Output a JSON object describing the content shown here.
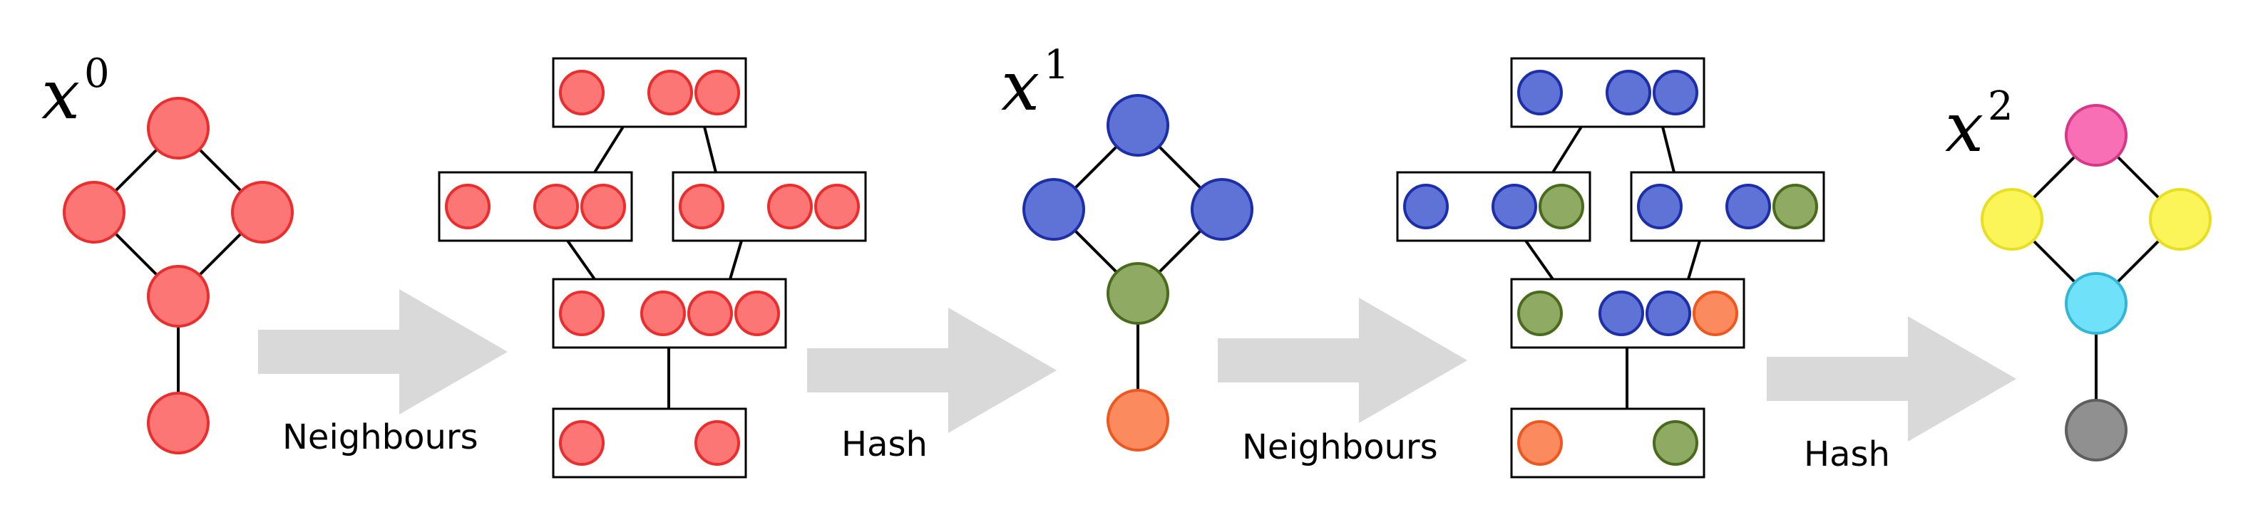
{
  "colors": {
    "red": {
      "fill": "#fd7676",
      "stroke": "#ea2d2d"
    },
    "blue": {
      "fill": "#5f72d6",
      "stroke": "#1c2ea8"
    },
    "green": {
      "fill": "#8fab63",
      "stroke": "#4a6b1e"
    },
    "orange": {
      "fill": "#fb8a5f",
      "stroke": "#ee5820"
    },
    "pink": {
      "fill": "#f86fb6",
      "stroke": "#d63787"
    },
    "yellow": {
      "fill": "#fbf55a",
      "stroke": "#e9df22"
    },
    "cyan": {
      "fill": "#6fe1f8",
      "stroke": "#33b6d6"
    },
    "gray": {
      "fill": "#909090",
      "stroke": "#5e5e5e"
    },
    "arrow": "#d9d9d9"
  },
  "graphs": [
    {
      "label": {
        "base": "x",
        "sup": "0"
      },
      "node_colors": [
        "red",
        "red",
        "red",
        "red",
        "red"
      ]
    },
    {
      "label": {
        "base": "x",
        "sup": "1"
      },
      "node_colors": [
        "blue",
        "blue",
        "blue",
        "green",
        "orange"
      ]
    },
    {
      "label": {
        "base": "x",
        "sup": "2"
      },
      "node_colors": [
        "pink",
        "yellow",
        "yellow",
        "cyan",
        "gray"
      ]
    }
  ],
  "neighbour_diagrams": [
    {
      "boxes": [
        {
          "self": "red",
          "neighbors": [
            "red",
            "red"
          ]
        },
        {
          "self": "red",
          "neighbors": [
            "red",
            "red"
          ]
        },
        {
          "self": "red",
          "neighbors": [
            "red",
            "red"
          ]
        },
        {
          "self": "red",
          "neighbors": [
            "red",
            "red",
            "red"
          ]
        },
        {
          "self": "red",
          "neighbors": [
            "red"
          ]
        }
      ]
    },
    {
      "boxes": [
        {
          "self": "blue",
          "neighbors": [
            "blue",
            "blue"
          ]
        },
        {
          "self": "blue",
          "neighbors": [
            "blue",
            "green"
          ]
        },
        {
          "self": "blue",
          "neighbors": [
            "blue",
            "green"
          ]
        },
        {
          "self": "green",
          "neighbors": [
            "blue",
            "blue",
            "orange"
          ]
        },
        {
          "self": "orange",
          "neighbors": [
            "green"
          ]
        }
      ]
    }
  ],
  "steps": [
    {
      "label": "Neighbours"
    },
    {
      "label": "Hash"
    },
    {
      "label": "Neighbours"
    },
    {
      "label": "Hash"
    }
  ]
}
